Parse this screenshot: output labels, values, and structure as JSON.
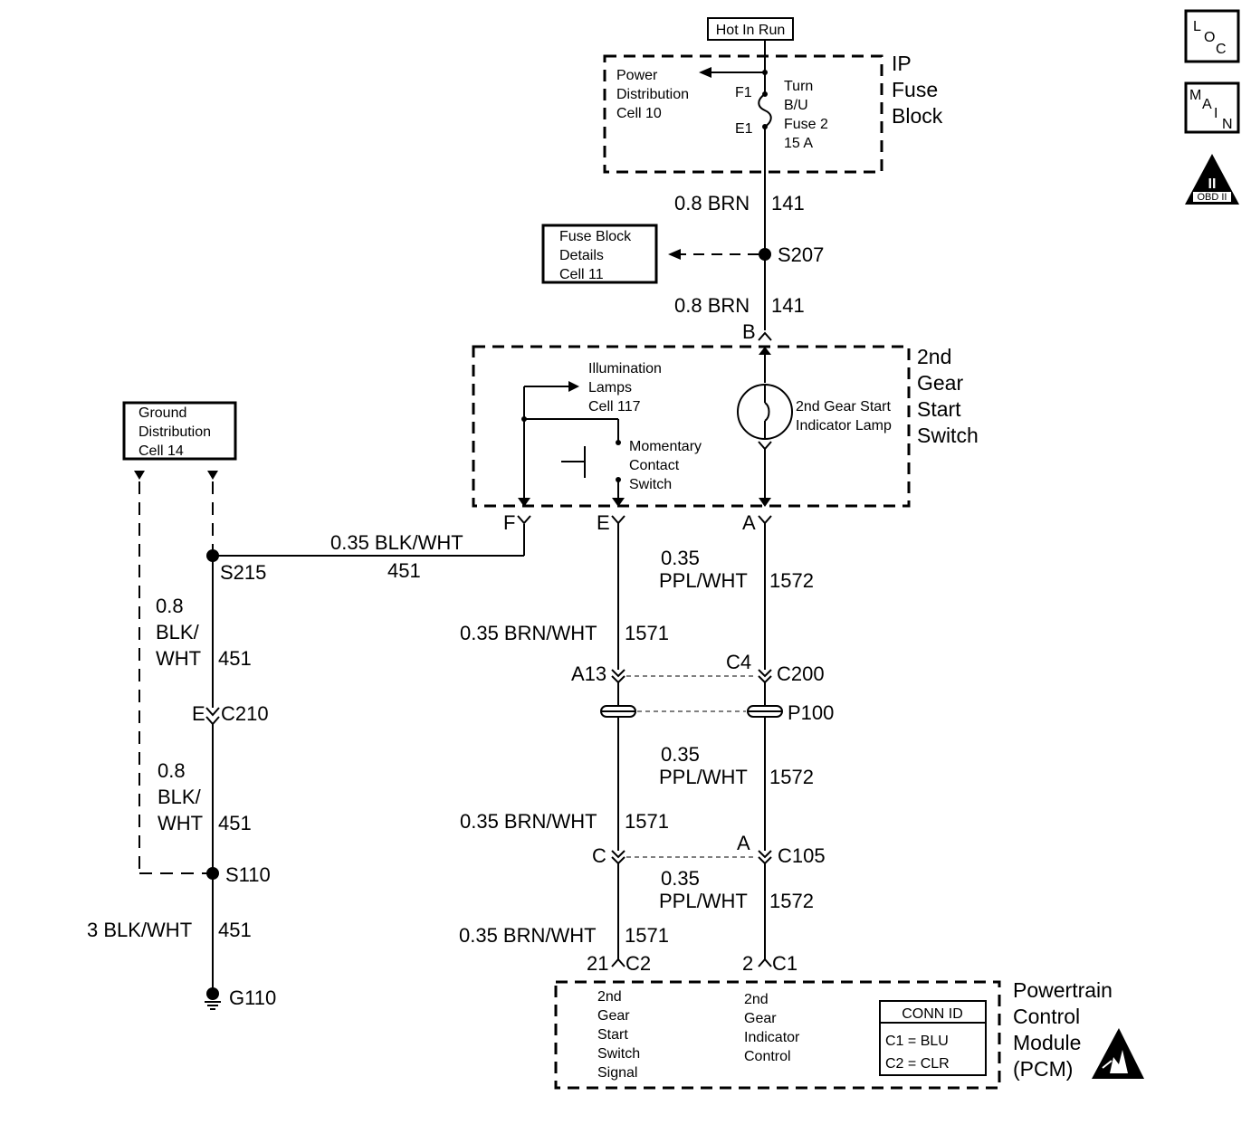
{
  "side_icons": {
    "loc": {
      "l": "L",
      "o": "O",
      "c": "C"
    },
    "main": {
      "m": "M",
      "a": "A",
      "i": "I",
      "n": "N"
    },
    "obd": {
      "numeral": "II",
      "label": "OBD II"
    }
  },
  "power": {
    "hot_in_run": "Hot In Run",
    "pd_line1": "Power",
    "pd_line2": "Distribution",
    "pd_line3": "Cell 10",
    "f1": "F1",
    "e1": "E1",
    "fuse_line1": "Turn",
    "fuse_line2": "B/U",
    "fuse_line3": "Fuse 2",
    "fuse_line4": "15 A",
    "block_line1": "IP",
    "block_line2": "Fuse",
    "block_line3": "Block"
  },
  "splice_top": {
    "wire1_gauge": "0.8 BRN",
    "wire1_circuit": "141",
    "splice": "S207",
    "wire2_gauge": "0.8 BRN",
    "wire2_circuit": "141",
    "fbd_line1": "Fuse Block",
    "fbd_line2": "Details",
    "fbd_line3": "Cell 11"
  },
  "switch": {
    "pin_b": "B",
    "illum_line1": "Illumination",
    "illum_line2": "Lamps",
    "illum_line3": "Cell 117",
    "mom_line1": "Momentary",
    "mom_line2": "Contact",
    "mom_line3": "Switch",
    "lamp_line1": "2nd Gear Start",
    "lamp_line2": "Indicator Lamp",
    "name_line1": "2nd",
    "name_line2": "Gear",
    "name_line3": "Start",
    "name_line4": "Switch",
    "pin_f": "F",
    "pin_e": "E",
    "pin_a": "A"
  },
  "ground": {
    "gd_line1": "Ground",
    "gd_line2": "Distribution",
    "gd_line3": "Cell 14",
    "wire_f_gauge": "0.35 BLK/WHT",
    "wire_f_circuit": "451",
    "s215": "S215",
    "w1_line1": "0.8",
    "w1_line2": "BLK/",
    "w1_line3": "WHT",
    "w1_circuit": "451",
    "c210_pin": "E",
    "c210": "C210",
    "w2_line1": "0.8",
    "w2_line2": "BLK/",
    "w2_line3": "WHT",
    "w2_circuit": "451",
    "s110": "S110",
    "w3_gauge": "3 BLK/WHT",
    "w3_circuit": "451",
    "g110": "G110"
  },
  "signal": {
    "ppl1_line1": "0.35",
    "ppl1_line2": "PPL/WHT",
    "ppl1_circuit": "1572",
    "brn1_gauge": "0.35 BRN/WHT",
    "brn1_circuit": "1571",
    "a13": "A13",
    "c4": "C4",
    "c200": "C200",
    "p100": "P100",
    "ppl2_line1": "0.35",
    "ppl2_line2": "PPL/WHT",
    "ppl2_circuit": "1572",
    "brn2_gauge": "0.35 BRN/WHT",
    "brn2_circuit": "1571",
    "c105_pin_c": "C",
    "c105_pin_a": "A",
    "c105": "C105",
    "ppl3_line1": "0.35",
    "ppl3_line2": "PPL/WHT",
    "ppl3_circuit": "1572",
    "brn3_gauge": "0.35 BRN/WHT",
    "brn3_circuit": "1571",
    "pcm_pin_21": "21",
    "pcm_c2": "C2",
    "pcm_pin_2": "2",
    "pcm_c1": "C1"
  },
  "pcm": {
    "sig_line1": "2nd",
    "sig_line2": "Gear",
    "sig_line3": "Start",
    "sig_line4": "Switch",
    "sig_line5": "Signal",
    "ind_line1": "2nd",
    "ind_line2": "Gear",
    "ind_line3": "Indicator",
    "ind_line4": "Control",
    "conn_header": "CONN ID",
    "conn_row1": "C1 = BLU",
    "conn_row2": "C2 = CLR",
    "name_line1": "Powertrain",
    "name_line2": "Control",
    "name_line3": "Module",
    "name_line4": "(PCM)"
  }
}
